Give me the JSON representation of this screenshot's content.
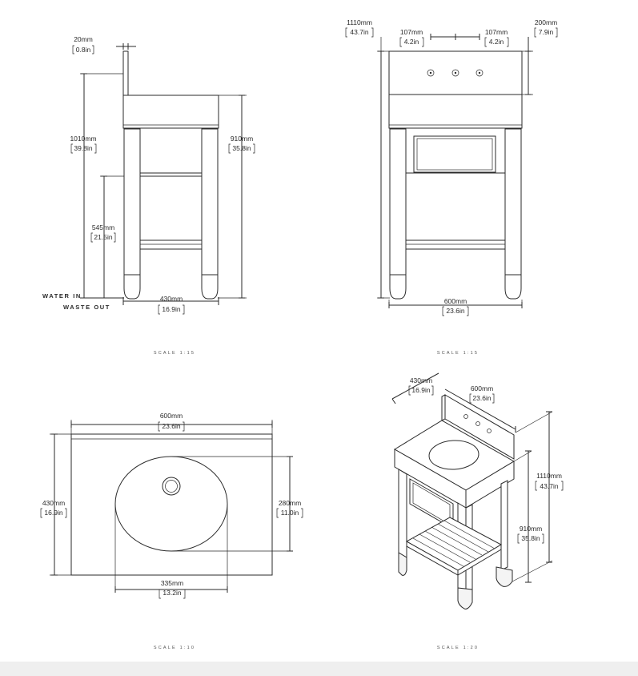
{
  "scales": {
    "side": "SCALE 1:15",
    "front": "SCALE 1:15",
    "top": "SCALE 1:10",
    "iso": "SCALE 1:20"
  },
  "side_view": {
    "backsplash_mm": "20mm",
    "backsplash_in": "0.8in",
    "total_height_mm": "1010mm",
    "total_height_in": "39.8in",
    "counter_height_mm": "910mm",
    "counter_height_in": "35.8in",
    "pipe_height_mm": "545mm",
    "pipe_height_in": "21.5in",
    "depth_mm": "430mm",
    "depth_in": "16.9in",
    "water_in": "WATER IN",
    "waste_out": "WASTE OUT"
  },
  "front_view": {
    "total_height_mm": "1110mm",
    "total_height_in": "43.7in",
    "tap_left_mm": "107mm",
    "tap_left_in": "4.2in",
    "tap_right_mm": "107mm",
    "tap_right_in": "4.2in",
    "splash_mm": "200mm",
    "splash_in": "7.9in",
    "width_mm": "600mm",
    "width_in": "23.6in"
  },
  "top_view": {
    "width_mm": "600mm",
    "width_in": "23.6in",
    "depth_mm": "430mm",
    "depth_in": "16.9in",
    "bowl_depth_mm": "280mm",
    "bowl_depth_in": "11.0in",
    "bowl_width_mm": "335mm",
    "bowl_width_in": "13.2in"
  },
  "iso_view": {
    "depth_mm": "430mm",
    "depth_in": "16.9in",
    "width_mm": "600mm",
    "width_in": "23.6in",
    "total_height_mm": "1110mm",
    "total_height_in": "43.7in",
    "counter_height_mm": "910mm",
    "counter_height_in": "35.8in"
  }
}
